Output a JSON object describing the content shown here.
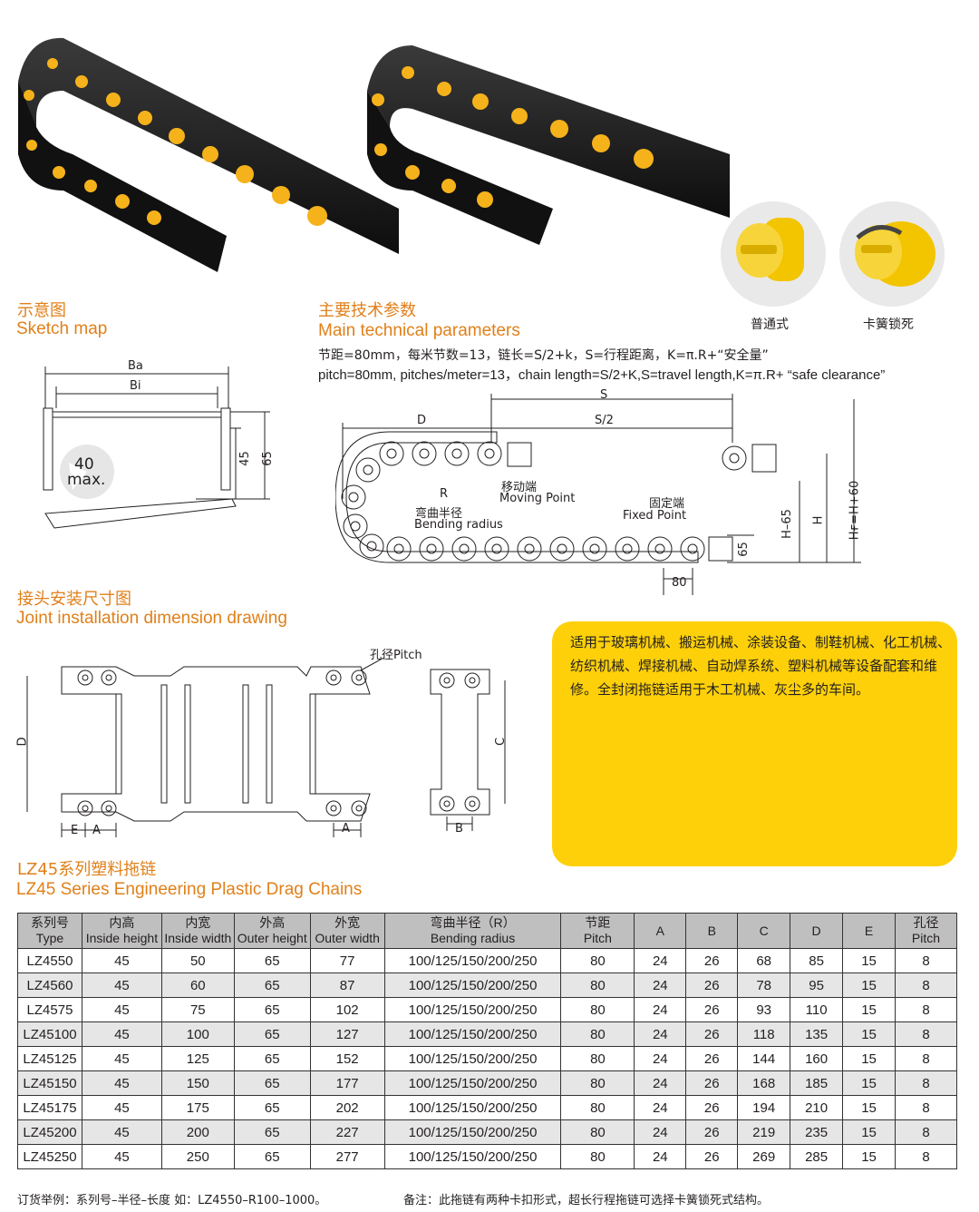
{
  "photos": {
    "caption_normal": "普通式",
    "caption_lock": "卡簧锁死"
  },
  "sketch": {
    "title_cn": "示意图",
    "title_en": "Sketch map",
    "label_ba": "Ba",
    "label_bi": "Bi",
    "label_45": "45",
    "label_65": "65",
    "label_angle_value": "40",
    "label_angle_unit": "max."
  },
  "params": {
    "title_cn": "主要技术参数",
    "title_en": "Main technical parameters",
    "line_cn": "节距=80mm，每米节数=13，链长=S/2+k，S=行程距离，K=π.R+“安全量”",
    "line_en": "pitch=80mm, pitches/meter=13，chain length=S/2+K,S=travel length,K=π.R+  “safe clearance”"
  },
  "diagram": {
    "label_s": "S",
    "label_d": "D",
    "label_s2": "S/2",
    "label_r": "R",
    "label_moving_cn": "移动端",
    "label_moving_en": "Moving Point",
    "label_bend_cn": "弯曲半径",
    "label_bend_en": "Bending radius",
    "label_fixed_cn": "固定端",
    "label_fixed_en": "Fixed Point",
    "label_80": "80",
    "label_65": "65",
    "label_h65": "H–65",
    "label_h": "H",
    "label_hf": "Hғ=H+60"
  },
  "joint": {
    "title_cn": "接头安装尺寸图",
    "title_en": "Joint installation dimension drawing",
    "label_pitch": "孔径Pitch",
    "label_d": "D",
    "label_e": "E",
    "label_a": "A",
    "label_a2": "A",
    "label_c": "C",
    "label_b": "B"
  },
  "application": {
    "text": "适用于玻璃机械、搬运机械、涂装设备、制鞋机械、化工机械、纺织机械、焊接机械、自动焊系统、塑料机械等设备配套和维修。全封闭拖链适用于木工机械、灰尘多的车间。"
  },
  "series": {
    "title_cn": "LZ45系列塑料拖链",
    "title_en": "LZ45 Series Engineering Plastic Drag Chains"
  },
  "table": {
    "headers": [
      {
        "cn": "系列号",
        "en": "Type"
      },
      {
        "cn": "内高",
        "en": "Inside height"
      },
      {
        "cn": "内宽",
        "en": "Inside width"
      },
      {
        "cn": "外高",
        "en": "Outer height"
      },
      {
        "cn": "外宽",
        "en": "Outer width"
      },
      {
        "cn": "弯曲半径（R）",
        "en": "Bending radius"
      },
      {
        "cn": "节距",
        "en": "Pitch"
      },
      {
        "cn": "A",
        "en": ""
      },
      {
        "cn": "B",
        "en": ""
      },
      {
        "cn": "C",
        "en": ""
      },
      {
        "cn": "D",
        "en": ""
      },
      {
        "cn": "E",
        "en": ""
      },
      {
        "cn": "孔径",
        "en": "Pitch"
      }
    ],
    "rows": [
      [
        "LZ4550",
        "45",
        "50",
        "65",
        "77",
        "100/125/150/200/250",
        "80",
        "24",
        "26",
        "68",
        "85",
        "15",
        "8"
      ],
      [
        "LZ4560",
        "45",
        "60",
        "65",
        "87",
        "100/125/150/200/250",
        "80",
        "24",
        "26",
        "78",
        "95",
        "15",
        "8"
      ],
      [
        "LZ4575",
        "45",
        "75",
        "65",
        "102",
        "100/125/150/200/250",
        "80",
        "24",
        "26",
        "93",
        "110",
        "15",
        "8"
      ],
      [
        "LZ45100",
        "45",
        "100",
        "65",
        "127",
        "100/125/150/200/250",
        "80",
        "24",
        "26",
        "118",
        "135",
        "15",
        "8"
      ],
      [
        "LZ45125",
        "45",
        "125",
        "65",
        "152",
        "100/125/150/200/250",
        "80",
        "24",
        "26",
        "144",
        "160",
        "15",
        "8"
      ],
      [
        "LZ45150",
        "45",
        "150",
        "65",
        "177",
        "100/125/150/200/250",
        "80",
        "24",
        "26",
        "168",
        "185",
        "15",
        "8"
      ],
      [
        "LZ45175",
        "45",
        "175",
        "65",
        "202",
        "100/125/150/200/250",
        "80",
        "24",
        "26",
        "194",
        "210",
        "15",
        "8"
      ],
      [
        "LZ45200",
        "45",
        "200",
        "65",
        "227",
        "100/125/150/200/250",
        "80",
        "24",
        "26",
        "219",
        "235",
        "15",
        "8"
      ],
      [
        "LZ45250",
        "45",
        "250",
        "65",
        "277",
        "100/125/150/200/250",
        "80",
        "24",
        "26",
        "269",
        "285",
        "15",
        "8"
      ]
    ]
  },
  "footer": {
    "order_example": "订货举例：系列号–半径–长度  如：LZ4550–R100–1000。",
    "remark": "备注：此拖链有两种卡扣形式，超长行程拖链可选择卡簧锁死式结构。"
  },
  "colors": {
    "heading": "#e0801a",
    "yellow": "#fdd00a",
    "table_header": "#bfbfbf",
    "row_alt": "#e6e6e6"
  }
}
